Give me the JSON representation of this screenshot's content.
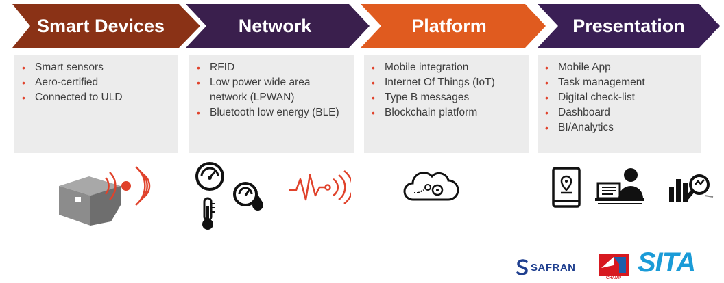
{
  "stages": [
    {
      "title": "Smart Devices",
      "color": "#8a3216",
      "items": [
        "Smart sensors",
        "Aero-certified",
        "Connected to ULD"
      ]
    },
    {
      "title": "Network",
      "color": "#3a1f4d",
      "items": [
        "RFID",
        "Low power wide area network (LPWAN)",
        "Bluetooth low energy (BLE)"
      ]
    },
    {
      "title": "Platform",
      "color": "#e05b1f",
      "items": [
        "Mobile integration",
        "Internet Of Things (IoT)",
        "Type B messages",
        "Blockchain platform"
      ]
    },
    {
      "title": "Presentation",
      "color": "#3a1f55",
      "items": [
        "Mobile App",
        "Task management",
        "Digital check-list",
        "Dashboard",
        "BI/Analytics"
      ]
    }
  ],
  "icons": [
    "uld-container-sensor-icon",
    "gauge-icon",
    "thermometer-icon",
    "humidity-gauge-icon",
    "signal-wave-icon",
    "cloud-gears-icon",
    "tablet-location-icon",
    "user-laptop-icon",
    "analytics-search-icon"
  ],
  "logos": {
    "safran": "SAFRAN",
    "champ": "CHAMP",
    "sita": "SITA"
  },
  "colors": {
    "accent_red": "#e0422b",
    "sita_blue": "#1a9bd7",
    "panel_gray": "#ececec"
  }
}
